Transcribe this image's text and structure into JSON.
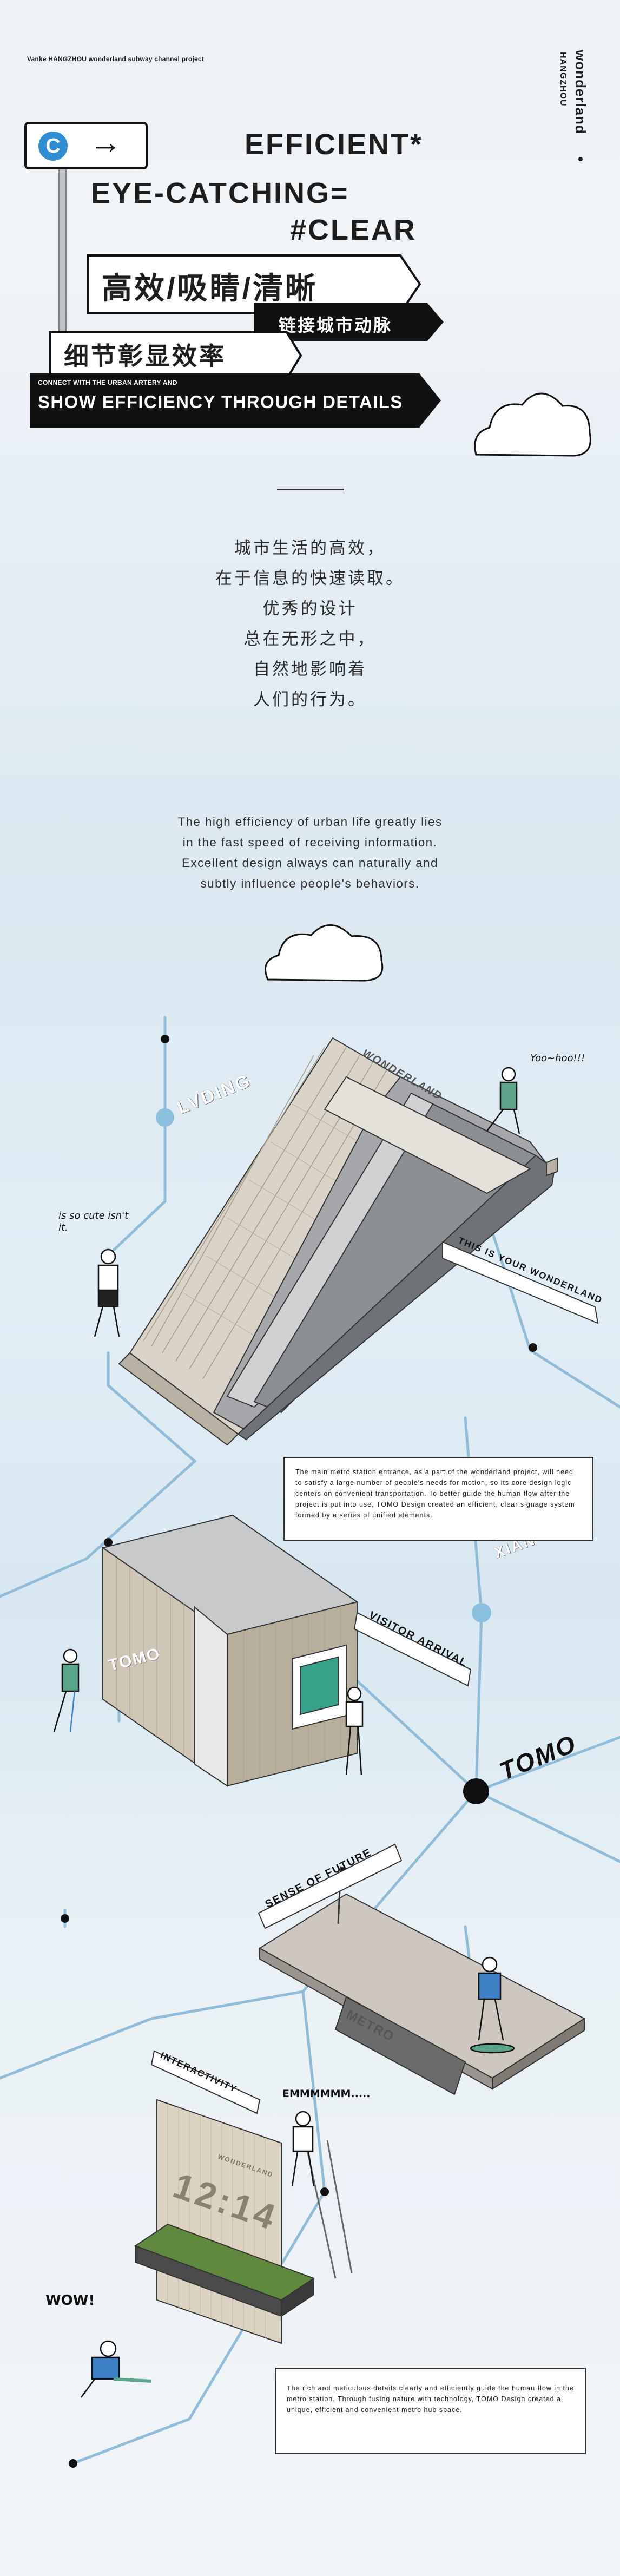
{
  "header": {
    "project_title": "Vanke HANGZHOU wonderland subway channel project",
    "brand_main": "wonderland",
    "brand_sub": "HANGZHOU"
  },
  "sign": {
    "letter": "C",
    "arrow": "→",
    "badge_color": "#2f8ed3"
  },
  "headline": {
    "line1": "EFFICIENT*",
    "line2": "EYE-CATCHING=",
    "line3": "#CLEAR"
  },
  "chinese": {
    "main": "高效/吸睛/清晰",
    "tag": "链接城市动脉",
    "second": "细节彰显效率"
  },
  "banner": {
    "small": "CONNECT WITH THE URBAN ARTERY AND",
    "big": "SHOW EFFICIENCY THROUGH DETAILS"
  },
  "intro_cn": [
    "城市生活的高效，",
    "在于信息的快速读取。",
    "优秀的设计",
    "总在无形之中，",
    "自然地影响着",
    "人们的行为。"
  ],
  "intro_en": [
    "The high efficiency of urban life greatly lies",
    "in the fast speed of receiving information.",
    "Excellent design always can naturally and",
    "subtly influence people's behaviors."
  ],
  "stations": {
    "lvding": "LVDING",
    "shanxian": "SHAN XIAN",
    "tomo": "TOMO"
  },
  "stair": {
    "wonderland_label": "WONDERLAND"
  },
  "tags": {
    "this_is": "THIS IS YOUR WONDERLAND",
    "visitor": "VISITOR ARRIVAL",
    "future": "SENSE OF FUTURE",
    "interactivity": "INTERACTIVITY"
  },
  "bubbles": {
    "yoo": "Yoo~hoo!!!",
    "cute": "is so cute isn't it.",
    "emm": "EMMMMMM.....",
    "wow": "WOW!"
  },
  "info1": "The main metro station entrance, as a part of the wonderland project, will need to satisfy a large number of people's needs for motion, so its core design logic centers on convenient transportation. To better guide the human flow after the project is put into use, TOMO Design created an efficient, clear signage system formed by a series of unified elements.",
  "info2": "The rich and meticulous details clearly and efficiently guide the human flow in the metro station. Through fusing nature with technology, TOMO Design created a unique, efficient and convenient metro hub space.",
  "kiosk_logo": "TOMO",
  "bench_label": "METRO",
  "clock": {
    "time": "12:14",
    "caption": "WONDERLAND"
  },
  "colors": {
    "line_blue": "#7fb3d3",
    "node_blue": "#8cc0df",
    "ink": "#111111"
  }
}
